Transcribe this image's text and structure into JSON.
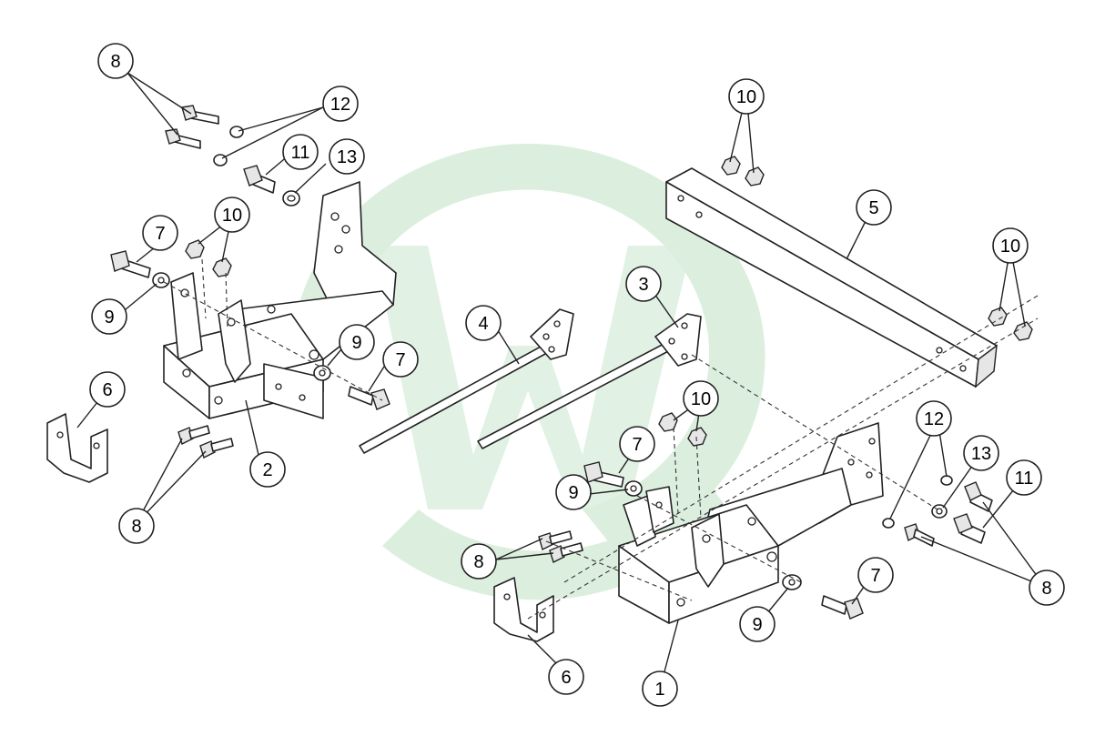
{
  "colors": {
    "watermark": "#dcefdf",
    "line": "#222222"
  },
  "callouts": {
    "c1": "1",
    "c2": "2",
    "c3": "3",
    "c4": "4",
    "c5": "5",
    "c6a": "6",
    "c6b": "6",
    "c7a": "7",
    "c7b": "7",
    "c7c": "7",
    "c7d": "7",
    "c8a": "8",
    "c8b": "8",
    "c8c": "8",
    "c8d": "8",
    "c9a": "9",
    "c9b": "9",
    "c9c": "9",
    "c9d": "9",
    "c10a": "10",
    "c10b": "10",
    "c10c": "10",
    "c10d": "10",
    "c11a": "11",
    "c11b": "11",
    "c12a": "12",
    "c12b": "12",
    "c13a": "13",
    "c13b": "13"
  }
}
